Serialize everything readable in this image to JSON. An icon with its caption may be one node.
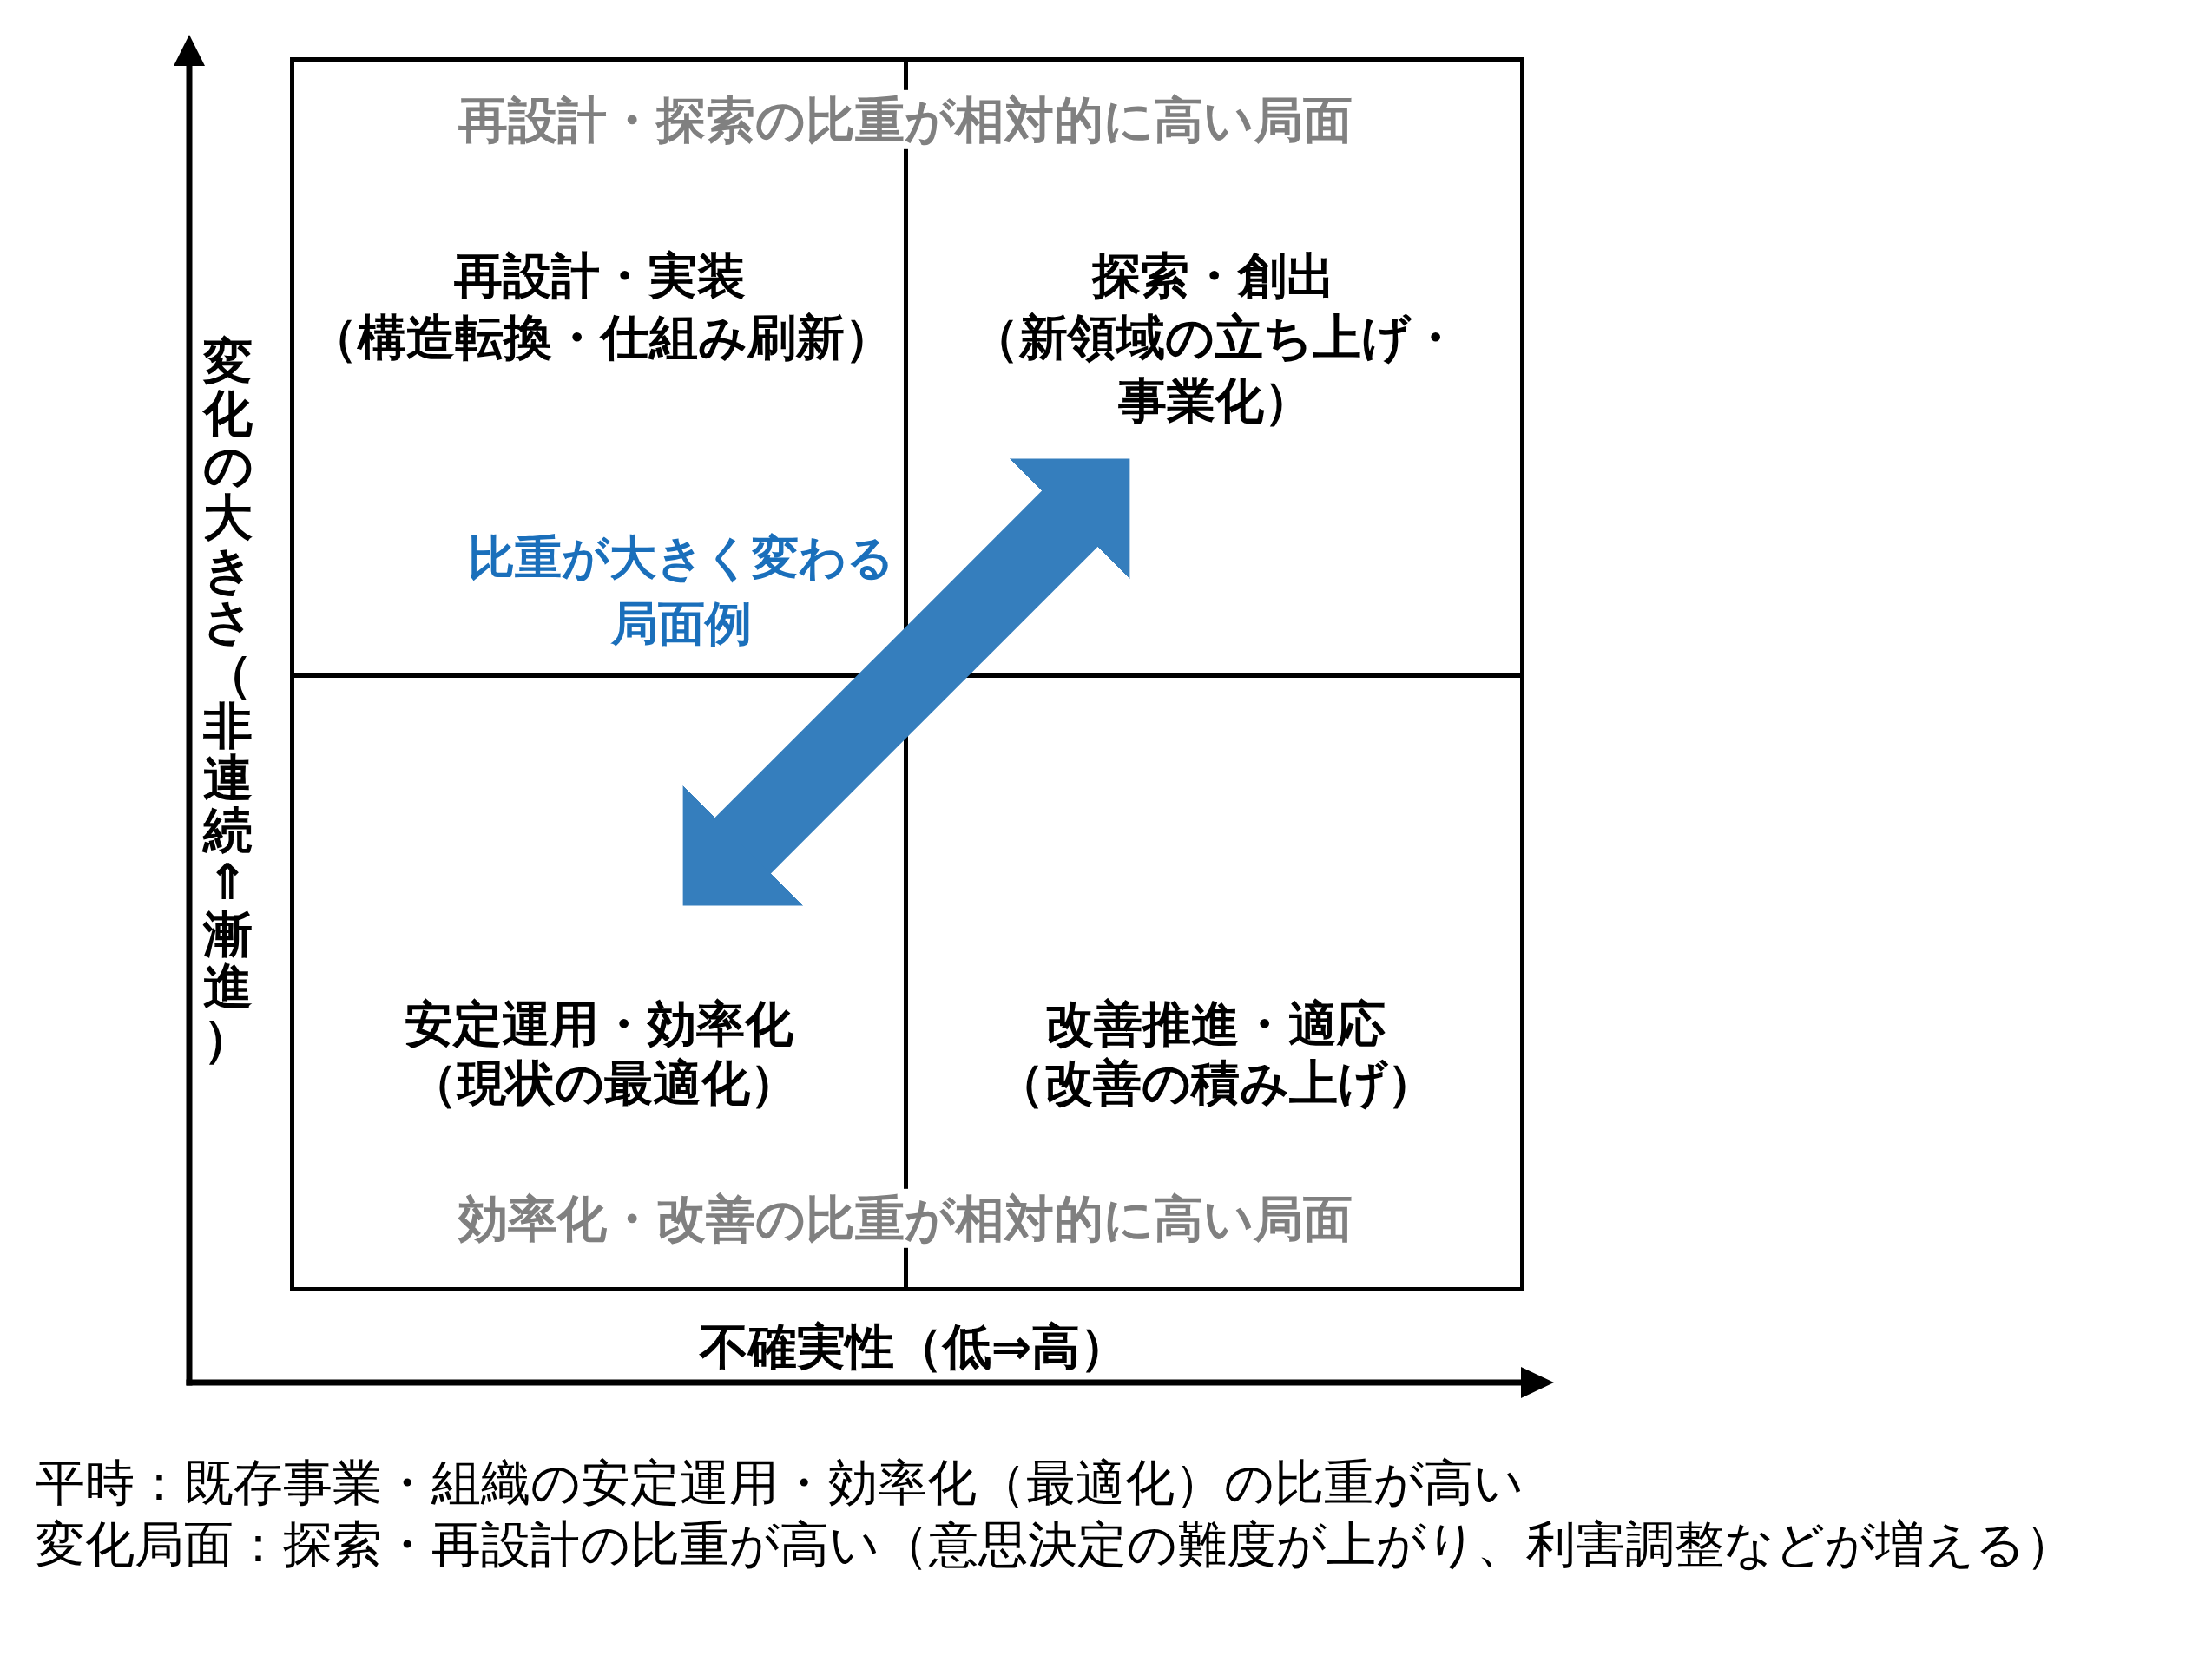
{
  "diagram": {
    "nodes": [
      {
        "text": [
          "再設計・実装",
          "（構造転換・仕組み刷新）"
        ]
      },
      {
        "text": [
          "探索・創出",
          "（新領域の立ち上げ・事業化）"
        ]
      },
      {
        "text": [
          "安定運用・効率化",
          "（現状の最適化）"
        ]
      },
      {
        "text": [
          "改善推進・適応",
          "（改善の積み上げ）"
        ]
      }
    ],
    "edges": [
      {
        "from": 2,
        "to": 1,
        "arrow": "both",
        "label": "比重が大きく変わる局面例",
        "color": "#357ebd"
      }
    ],
    "labels": [
      "再設計・探索の比重が相対的に高い局面",
      "効率化・改善の比重が相対的に高い局面",
      "変化の大きさ（非連続⇑漸進）",
      "不確実性（低⇒高）",
      "平時：既存事業・組織の安定運用・効率化（最適化）の比重が高い",
      "変化局面：探索・再設計の比重が高い（意思決定の難度が上がり、利害調整などが増える）"
    ]
  }
}
